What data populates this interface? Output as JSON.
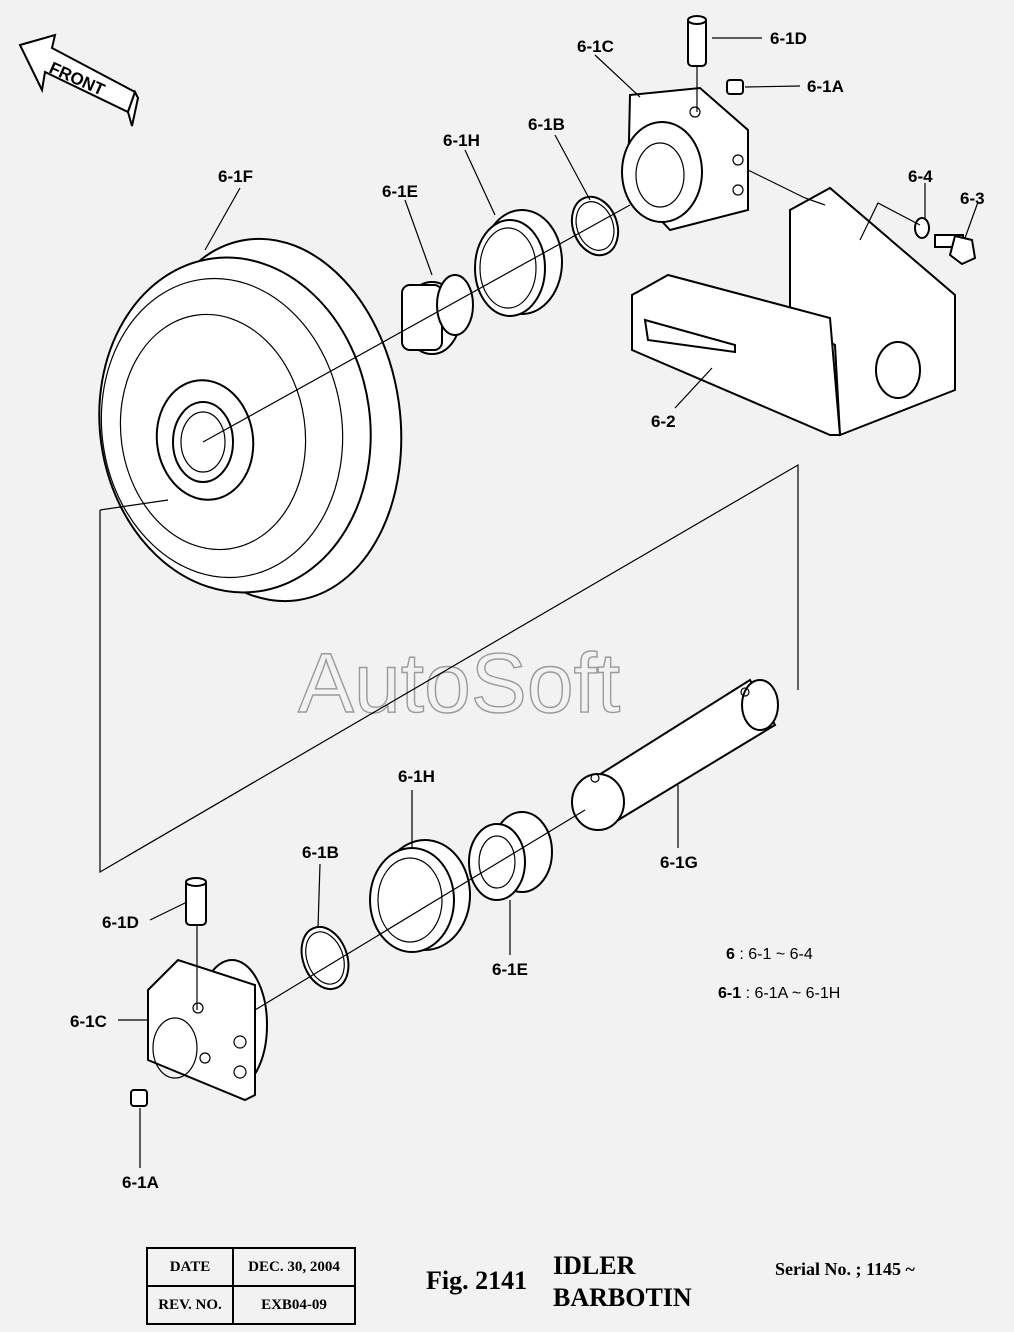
{
  "front_label": "FRONT",
  "watermark": "AutoSoft",
  "callouts": {
    "c_6_1D_top": "6-1D",
    "c_6_1A_top": "6-1A",
    "c_6_1C_top": "6-1C",
    "c_6_1B_top": "6-1B",
    "c_6_1H_top": "6-1H",
    "c_6_1E_top": "6-1E",
    "c_6_1F": "6-1F",
    "c_6_4": "6-4",
    "c_6_3": "6-3",
    "c_6_2": "6-2",
    "c_6_1H_bot": "6-1H",
    "c_6_1B_bot": "6-1B",
    "c_6_1G": "6-1G",
    "c_6_1D_bot": "6-1D",
    "c_6_1C_bot": "6-1C",
    "c_6_1E_bot": "6-1E",
    "c_6_1A_bot": "6-1A"
  },
  "legend": [
    {
      "key": "6",
      "range": ": 6-1 ~ 6-4"
    },
    {
      "key": "6-1",
      "range": ": 6-1A ~ 6-1H"
    }
  ],
  "title_block": {
    "date_label": "DATE",
    "date_value": "DEC. 30, 2004",
    "rev_label": "REV. NO.",
    "rev_value": "EXB04-09"
  },
  "figure": {
    "number": "Fig. 2141",
    "title_en": "IDLER",
    "title_fr": "BARBOTIN",
    "serial": "Serial No. ; 1145 ~"
  }
}
